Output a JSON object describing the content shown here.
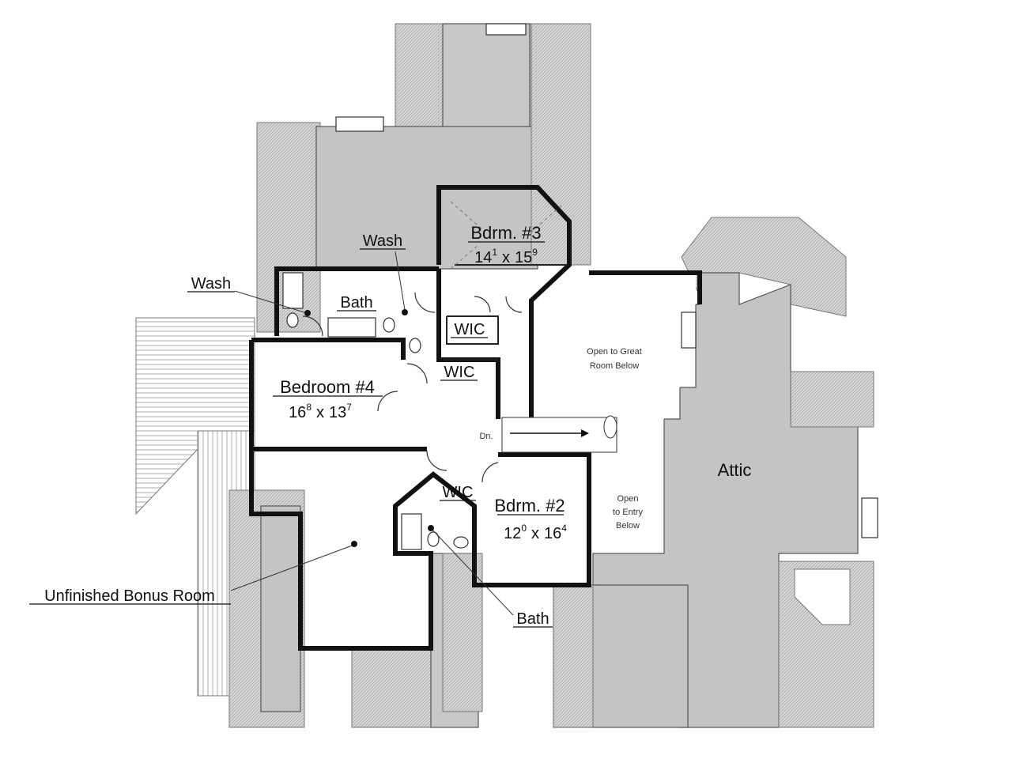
{
  "plan": {
    "rooms": {
      "bdrm3": {
        "name": "Bdrm. #3",
        "dims_w": "14",
        "dims_w_sup": "1",
        "dims_h": "15",
        "dims_h_sup": "9",
        "sep": "x"
      },
      "bedroom4": {
        "name": "Bedroom #4",
        "dims_w": "16",
        "dims_w_sup": "8",
        "dims_h": "13",
        "dims_h_sup": "7",
        "sep": "x"
      },
      "bdrm2": {
        "name": "Bdrm. #2",
        "dims_w": "12",
        "dims_w_sup": "0",
        "dims_h": "16",
        "dims_h_sup": "4",
        "sep": "x"
      }
    },
    "labels": {
      "wash_top": "Wash",
      "wash_left": "Wash",
      "bath_top": "Bath",
      "wic_upper": "WIC",
      "wic_lower": "WIC",
      "wic_bdrm2": "WIC",
      "bath_bottom": "Bath",
      "unfinished": "Unfinished Bonus Room",
      "attic": "Attic",
      "open_great_1": "Open to Great",
      "open_great_2": "Room Below",
      "open_entry_1": "Open",
      "open_entry_2": "to Entry",
      "open_entry_3": "Below",
      "stairs_dn": "Dn."
    }
  }
}
